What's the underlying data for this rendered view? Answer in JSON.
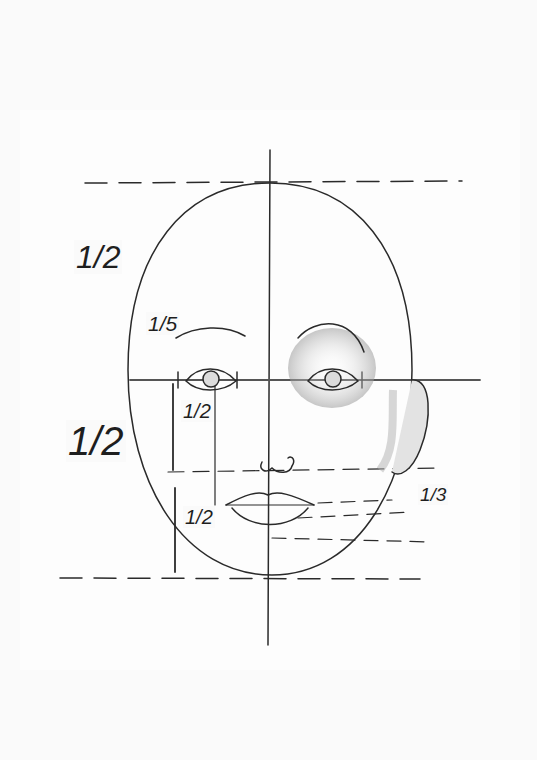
{
  "diagram": {
    "labels": [
      "1/2",
      "1/5",
      "1/2",
      "1/2",
      "1/3",
      "1/2"
    ]
  }
}
